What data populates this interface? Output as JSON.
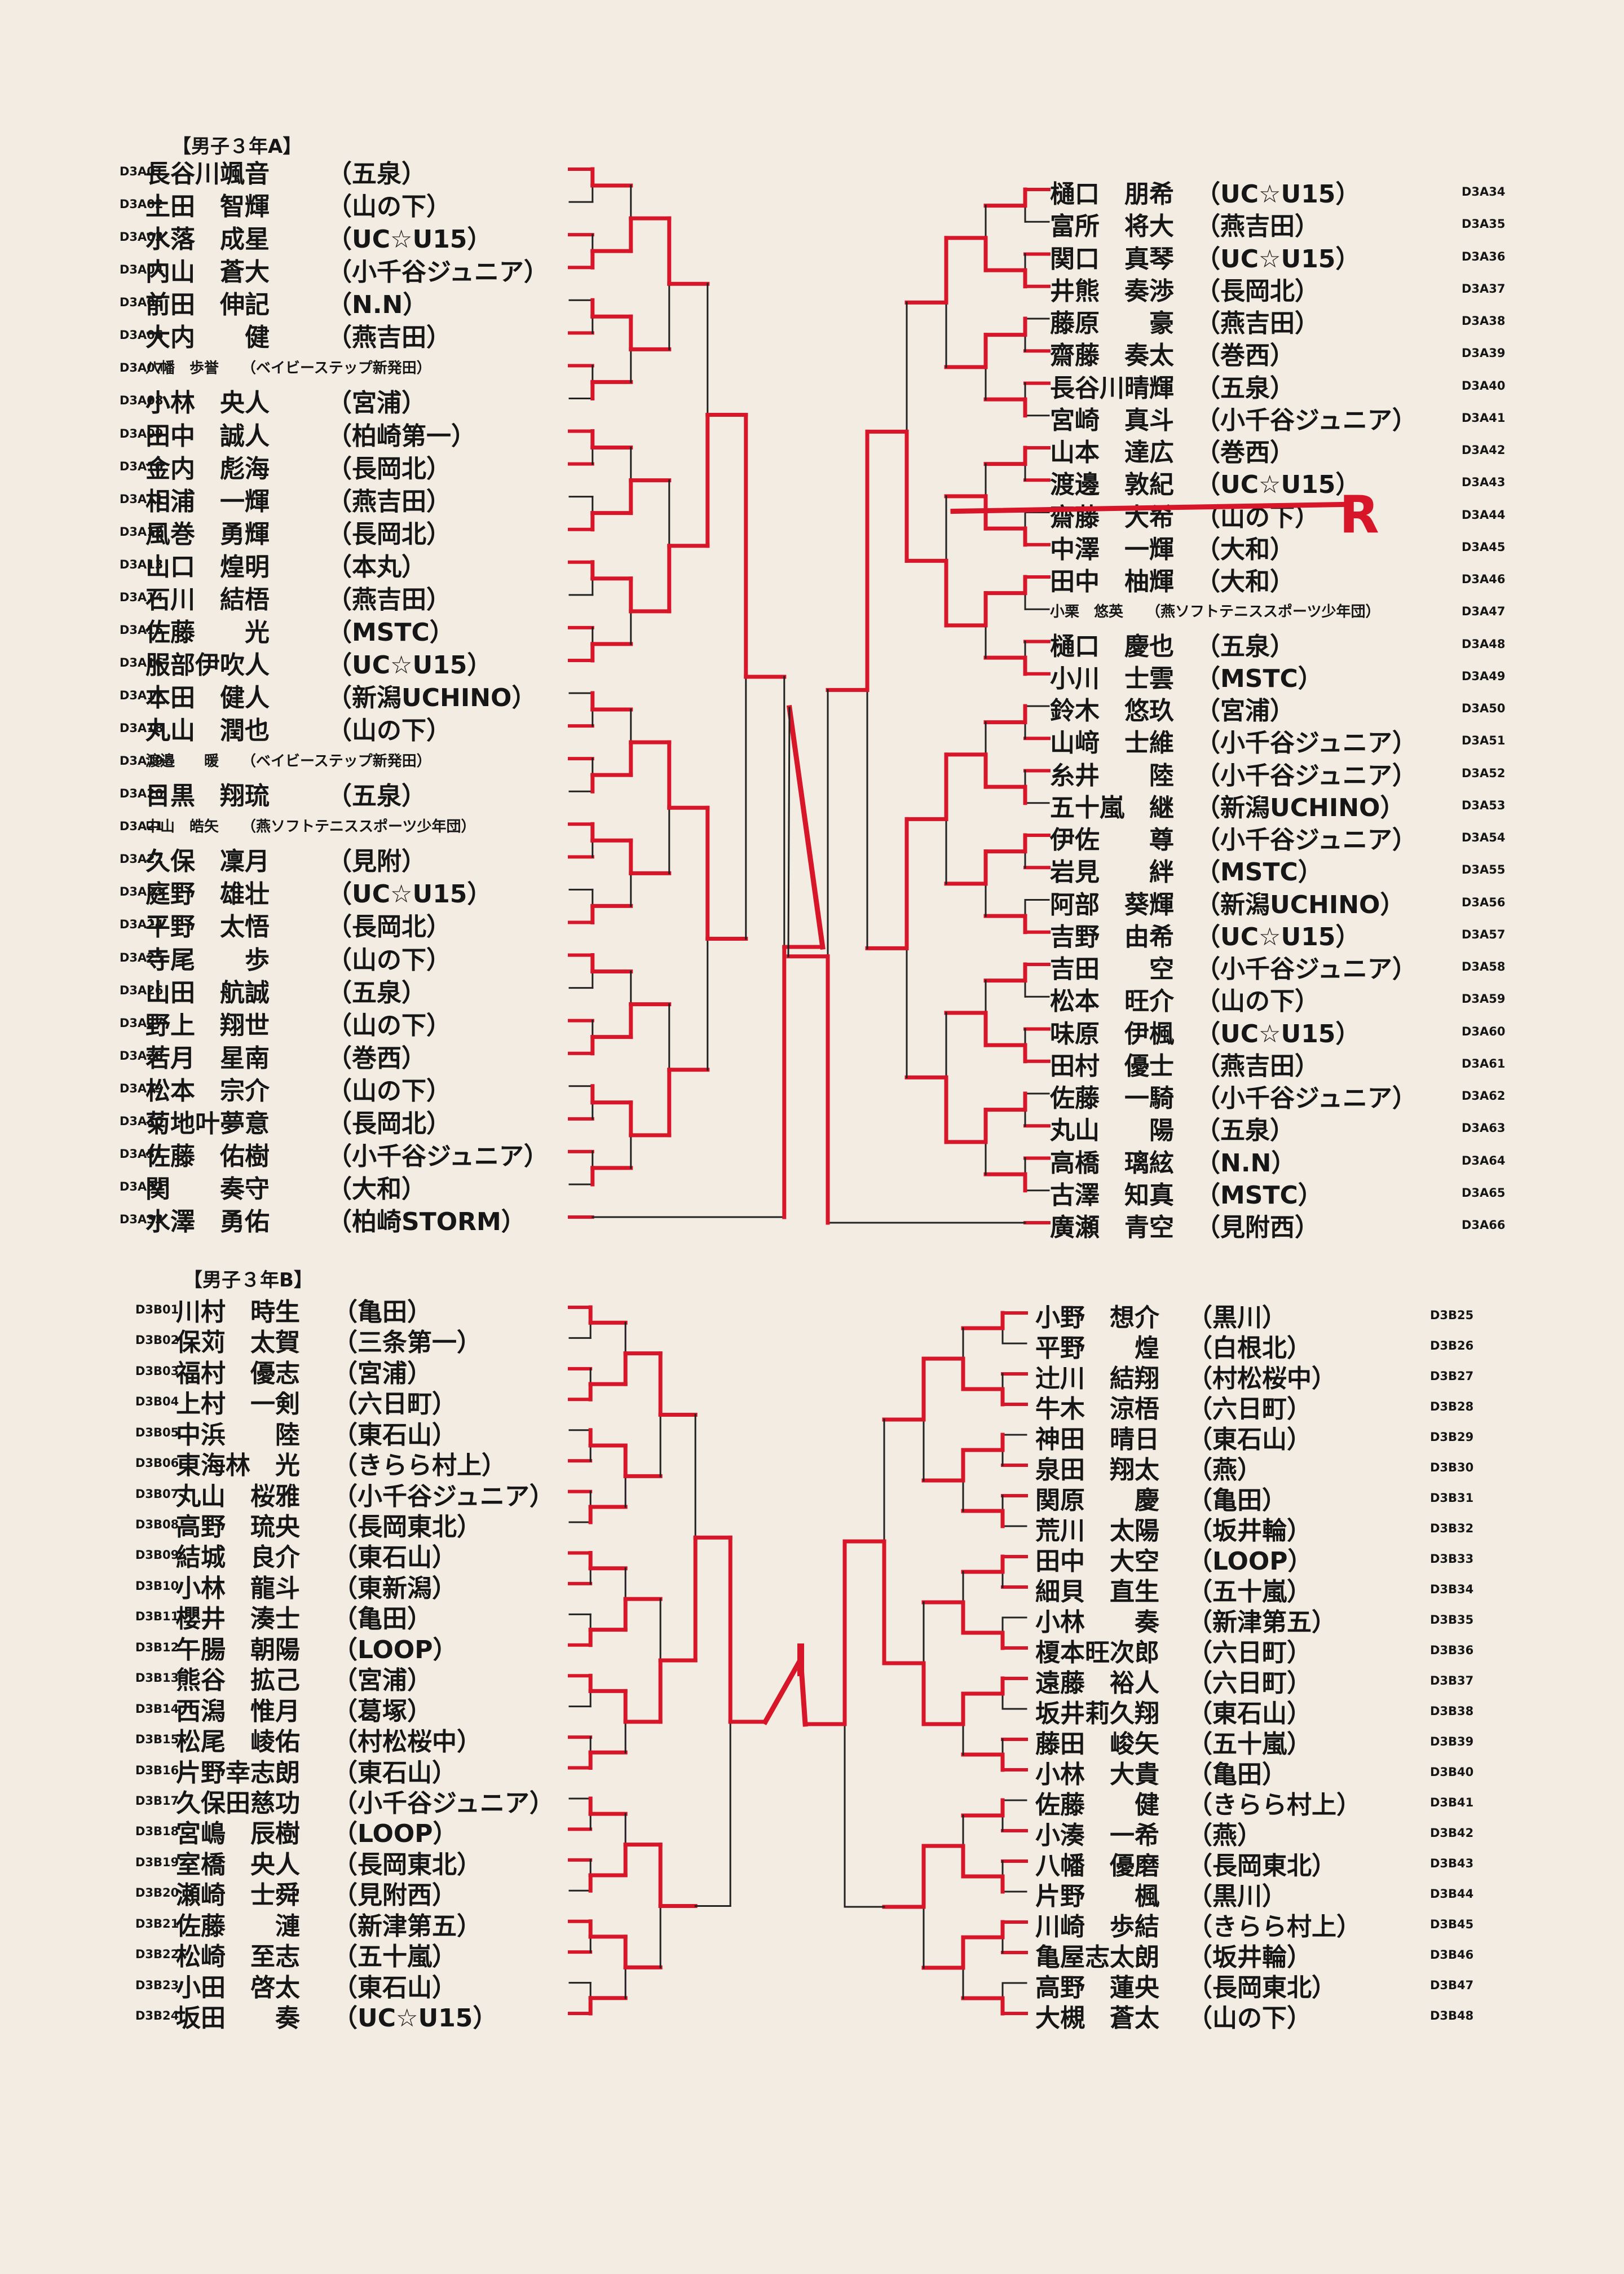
{
  "sectionA": {
    "title": "【男子３年A】",
    "left": [
      {
        "code": "D3A01",
        "name": "長谷川颯音",
        "club": "（五泉）"
      },
      {
        "code": "D3A02",
        "name": "土田　智輝",
        "club": "（山の下）"
      },
      {
        "code": "D3A03",
        "name": "水落　成星",
        "club": "（UC☆U15）"
      },
      {
        "code": "D3A04",
        "name": "内山　蒼大",
        "club": "（小千谷ジュニア）"
      },
      {
        "code": "D3A05",
        "name": "前田　伸記",
        "club": "（N.N）"
      },
      {
        "code": "D3A06",
        "name": "大内　　健",
        "club": "（燕吉田）"
      },
      {
        "code": "D3A07",
        "name": "八幡　歩誉",
        "club": "（ベイビーステップ新発田）",
        "small": true
      },
      {
        "code": "D3A08",
        "name": "小林　央人",
        "club": "（宮浦）"
      },
      {
        "code": "D3A09",
        "name": "田中　誠人",
        "club": "（柏崎第一）"
      },
      {
        "code": "D3A10",
        "name": "金内　彪海",
        "club": "（長岡北）"
      },
      {
        "code": "D3A11",
        "name": "相浦　一輝",
        "club": "（燕吉田）"
      },
      {
        "code": "D3A12",
        "name": "風巻　勇輝",
        "club": "（長岡北）"
      },
      {
        "code": "D3A13",
        "name": "山口　煌明",
        "club": "（本丸）"
      },
      {
        "code": "D3A14",
        "name": "石川　結梧",
        "club": "（燕吉田）"
      },
      {
        "code": "D3A15",
        "name": "佐藤　　光",
        "club": "（MSTC）"
      },
      {
        "code": "D3A16",
        "name": "服部伊吹人",
        "club": "（UC☆U15）"
      },
      {
        "code": "D3A17",
        "name": "本田　健人",
        "club": "（新潟UCHINO）"
      },
      {
        "code": "D3A18",
        "name": "丸山　潤也",
        "club": "（山の下）"
      },
      {
        "code": "D3A19",
        "name": "渡邉　　暖",
        "club": "（ベイビーステップ新発田）",
        "small": true
      },
      {
        "code": "D3A20",
        "name": "目黒　翔琉",
        "club": "（五泉）"
      },
      {
        "code": "D3A21",
        "name": "中山　皓矢",
        "club": "（燕ソフトテニススポーツ少年団）",
        "small": true
      },
      {
        "code": "D3A22",
        "name": "久保　凜月",
        "club": "（見附）"
      },
      {
        "code": "D3A23",
        "name": "庭野　雄壮",
        "club": "（UC☆U15）"
      },
      {
        "code": "D3A24",
        "name": "平野　太悟",
        "club": "（長岡北）"
      },
      {
        "code": "D3A25",
        "name": "寺尾　　歩",
        "club": "（山の下）"
      },
      {
        "code": "D3A26",
        "name": "山田　航誠",
        "club": "（五泉）"
      },
      {
        "code": "D3A27",
        "name": "野上　翔世",
        "club": "（山の下）"
      },
      {
        "code": "D3A28",
        "name": "若月　星南",
        "club": "（巻西）"
      },
      {
        "code": "D3A29",
        "name": "松本　宗介",
        "club": "（山の下）"
      },
      {
        "code": "D3A30",
        "name": "菊地叶夢意",
        "club": "（長岡北）"
      },
      {
        "code": "D3A31",
        "name": "佐藤　佑樹",
        "club": "（小千谷ジュニア）"
      },
      {
        "code": "D3A32",
        "name": "関　　奏守",
        "club": "（大和）"
      },
      {
        "code": "D3A33",
        "name": "水澤　勇佑",
        "club": "（柏崎STORM）"
      }
    ],
    "right": [
      {
        "code": "D3A34",
        "name": "樋口　朋希",
        "club": "（UC☆U15）"
      },
      {
        "code": "D3A35",
        "name": "富所　将大",
        "club": "（燕吉田）"
      },
      {
        "code": "D3A36",
        "name": "関口　真琴",
        "club": "（UC☆U15）"
      },
      {
        "code": "D3A37",
        "name": "井熊　奏渉",
        "club": "（長岡北）"
      },
      {
        "code": "D3A38",
        "name": "藤原　　豪",
        "club": "（燕吉田）"
      },
      {
        "code": "D3A39",
        "name": "齋藤　奏太",
        "club": "（巻西）"
      },
      {
        "code": "D3A40",
        "name": "長谷川晴輝",
        "club": "（五泉）"
      },
      {
        "code": "D3A41",
        "name": "宮崎　真斗",
        "club": "（小千谷ジュニア）"
      },
      {
        "code": "D3A42",
        "name": "山本　達広",
        "club": "（巻西）"
      },
      {
        "code": "D3A43",
        "name": "渡邊　敦紀",
        "club": "（UC☆U15）"
      },
      {
        "code": "D3A44",
        "name": "齋藤　大希",
        "club": "（山の下）"
      },
      {
        "code": "D3A45",
        "name": "中澤　一輝",
        "club": "（大和）"
      },
      {
        "code": "D3A46",
        "name": "田中　柚輝",
        "club": "（大和）"
      },
      {
        "code": "D3A47",
        "name": "小栗　悠英",
        "club": "（燕ソフトテニススポーツ少年団）",
        "small": true
      },
      {
        "code": "D3A48",
        "name": "樋口　慶也",
        "club": "（五泉）"
      },
      {
        "code": "D3A49",
        "name": "小川　士雲",
        "club": "（MSTC）"
      },
      {
        "code": "D3A50",
        "name": "鈴木　悠玖",
        "club": "（宮浦）"
      },
      {
        "code": "D3A51",
        "name": "山﨑　士維",
        "club": "（小千谷ジュニア）"
      },
      {
        "code": "D3A52",
        "name": "糸井　　陸",
        "club": "（小千谷ジュニア）"
      },
      {
        "code": "D3A53",
        "name": "五十嵐　継",
        "club": "（新潟UCHINO）"
      },
      {
        "code": "D3A54",
        "name": "伊佐　　尊",
        "club": "（小千谷ジュニア）"
      },
      {
        "code": "D3A55",
        "name": "岩見　　絆",
        "club": "（MSTC）"
      },
      {
        "code": "D3A56",
        "name": "阿部　葵輝",
        "club": "（新潟UCHINO）"
      },
      {
        "code": "D3A57",
        "name": "吉野　由希",
        "club": "（UC☆U15）"
      },
      {
        "code": "D3A58",
        "name": "吉田　　空",
        "club": "（小千谷ジュニア）"
      },
      {
        "code": "D3A59",
        "name": "松本　旺介",
        "club": "（山の下）"
      },
      {
        "code": "D3A60",
        "name": "味原　伊楓",
        "club": "（UC☆U15）"
      },
      {
        "code": "D3A61",
        "name": "田村　優士",
        "club": "（燕吉田）"
      },
      {
        "code": "D3A62",
        "name": "佐藤　一騎",
        "club": "（小千谷ジュニア）"
      },
      {
        "code": "D3A63",
        "name": "丸山　　陽",
        "club": "（五泉）"
      },
      {
        "code": "D3A64",
        "name": "高橋　璃絃",
        "club": "（N.N）"
      },
      {
        "code": "D3A65",
        "name": "古澤　知真",
        "club": "（MSTC）"
      },
      {
        "code": "D3A66",
        "name": "廣瀬　青空",
        "club": "（見附西）"
      }
    ]
  },
  "sectionB": {
    "title": "【男子３年B】",
    "left": [
      {
        "code": "D3B01",
        "name": "川村　時生",
        "club": "（亀田）"
      },
      {
        "code": "D3B02",
        "name": "保苅　太賀",
        "club": "（三条第一）"
      },
      {
        "code": "D3B03",
        "name": "福村　優志",
        "club": "（宮浦）"
      },
      {
        "code": "D3B04",
        "name": "上村　一剣",
        "club": "（六日町）"
      },
      {
        "code": "D3B05",
        "name": "中浜　　陸",
        "club": "（東石山）"
      },
      {
        "code": "D3B06",
        "name": "東海林　光",
        "club": "（きらら村上）"
      },
      {
        "code": "D3B07",
        "name": "丸山　桜雅",
        "club": "（小千谷ジュニア）"
      },
      {
        "code": "D3B08",
        "name": "高野　琉央",
        "club": "（長岡東北）"
      },
      {
        "code": "D3B09",
        "name": "結城　良介",
        "club": "（東石山）"
      },
      {
        "code": "D3B10",
        "name": "小林　龍斗",
        "club": "（東新潟）"
      },
      {
        "code": "D3B11",
        "name": "櫻井　湊士",
        "club": "（亀田）"
      },
      {
        "code": "D3B12",
        "name": "午腸　朝陽",
        "club": "（LOOP）"
      },
      {
        "code": "D3B13",
        "name": "熊谷　拡己",
        "club": "（宮浦）"
      },
      {
        "code": "D3B14",
        "name": "西潟　惟月",
        "club": "（葛塚）"
      },
      {
        "code": "D3B15",
        "name": "松尾　崚佑",
        "club": "（村松桜中）"
      },
      {
        "code": "D3B16",
        "name": "片野幸志朗",
        "club": "（東石山）"
      },
      {
        "code": "D3B17",
        "name": "久保田慈功",
        "club": "（小千谷ジュニア）"
      },
      {
        "code": "D3B18",
        "name": "宮嶋　辰樹",
        "club": "（LOOP）"
      },
      {
        "code": "D3B19",
        "name": "室橋　央人",
        "club": "（長岡東北）"
      },
      {
        "code": "D3B20",
        "name": "瀬崎　士舜",
        "club": "（見附西）"
      },
      {
        "code": "D3B21",
        "name": "佐藤　　漣",
        "club": "（新津第五）"
      },
      {
        "code": "D3B22",
        "name": "松崎　至志",
        "club": "（五十嵐）"
      },
      {
        "code": "D3B23",
        "name": "小田　啓太",
        "club": "（東石山）"
      },
      {
        "code": "D3B24",
        "name": "坂田　　奏",
        "club": "（UC☆U15）"
      }
    ],
    "right": [
      {
        "code": "D3B25",
        "name": "小野　想介",
        "club": "（黒川）"
      },
      {
        "code": "D3B26",
        "name": "平野　　煌",
        "club": "（白根北）"
      },
      {
        "code": "D3B27",
        "name": "辻川　結翔",
        "club": "（村松桜中）"
      },
      {
        "code": "D3B28",
        "name": "牛木　涼梧",
        "club": "（六日町）"
      },
      {
        "code": "D3B29",
        "name": "神田　晴日",
        "club": "（東石山）"
      },
      {
        "code": "D3B30",
        "name": "泉田　翔太",
        "club": "（燕）"
      },
      {
        "code": "D3B31",
        "name": "関原　　慶",
        "club": "（亀田）"
      },
      {
        "code": "D3B32",
        "name": "荒川　太陽",
        "club": "（坂井輪）"
      },
      {
        "code": "D3B33",
        "name": "田中　大空",
        "club": "（LOOP）"
      },
      {
        "code": "D3B34",
        "name": "細貝　直生",
        "club": "（五十嵐）"
      },
      {
        "code": "D3B35",
        "name": "小林　　奏",
        "club": "（新津第五）"
      },
      {
        "code": "D3B36",
        "name": "榎本旺次郎",
        "club": "（六日町）"
      },
      {
        "code": "D3B37",
        "name": "遠藤　裕人",
        "club": "（六日町）"
      },
      {
        "code": "D3B38",
        "name": "坂井莉久翔",
        "club": "（東石山）"
      },
      {
        "code": "D3B39",
        "name": "藤田　峻矢",
        "club": "（五十嵐）"
      },
      {
        "code": "D3B40",
        "name": "小林　大貴",
        "club": "（亀田）"
      },
      {
        "code": "D3B41",
        "name": "佐藤　　健",
        "club": "（きらら村上）"
      },
      {
        "code": "D3B42",
        "name": "小湊　一希",
        "club": "（燕）"
      },
      {
        "code": "D3B43",
        "name": "八幡　優磨",
        "club": "（長岡東北）"
      },
      {
        "code": "D3B44",
        "name": "片野　　楓",
        "club": "（黒川）"
      },
      {
        "code": "D3B45",
        "name": "川崎　歩結",
        "club": "（きらら村上）"
      },
      {
        "code": "D3B46",
        "name": "亀屋志太朗",
        "club": "（坂井輪）"
      },
      {
        "code": "D3B47",
        "name": "高野　蓮央",
        "club": "（長岡東北）"
      },
      {
        "code": "D3B48",
        "name": "大槻　蒼太",
        "club": "（山の下）"
      }
    ]
  },
  "annotations": {
    "retire_mark": "R",
    "ink_color": "#d8162a",
    "line_color": "#222222"
  }
}
